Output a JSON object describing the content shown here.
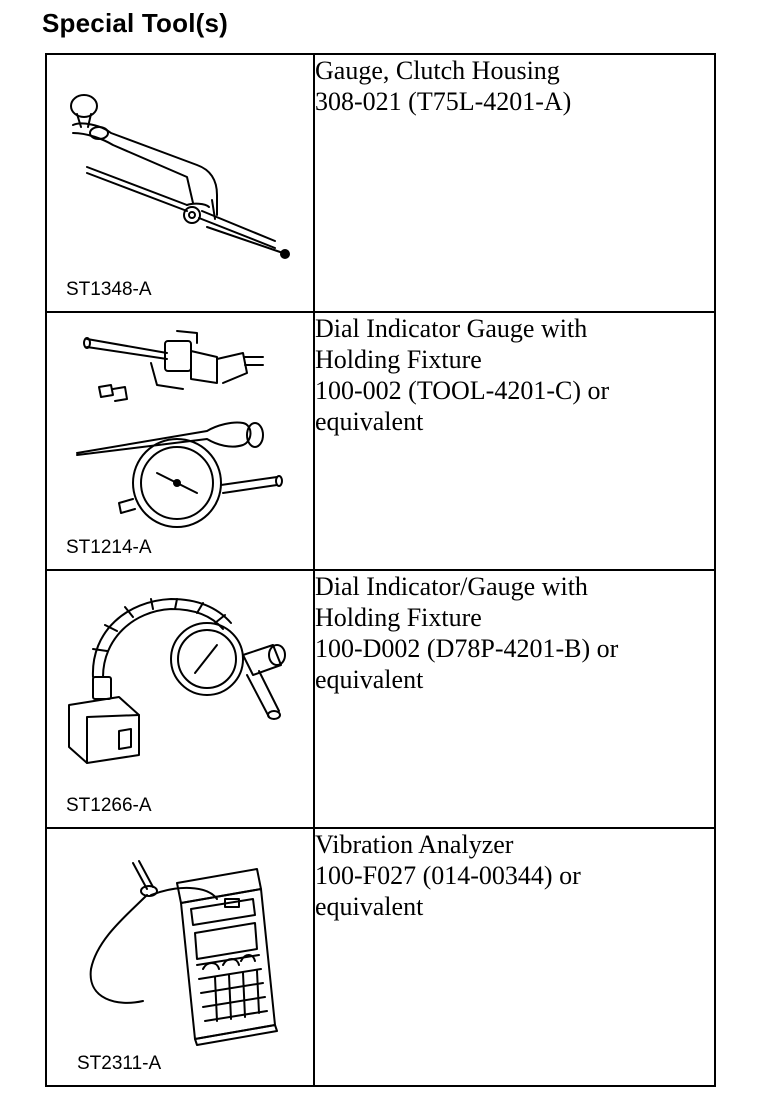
{
  "page": {
    "title": "Special Tool(s)"
  },
  "tools": [
    {
      "code": "ST1348-A",
      "icon": "clutch-housing-gauge-icon",
      "lines": [
        "Gauge, Clutch Housing",
        "308-021 (T75L-4201-A)"
      ]
    },
    {
      "code": "ST1214-A",
      "icon": "dial-indicator-fixture-icon",
      "lines": [
        "Dial Indicator Gauge with",
        "Holding Fixture",
        "100-002 (TOOL-4201-C) or",
        "equivalent"
      ]
    },
    {
      "code": "ST1266-A",
      "icon": "dial-indicator-magnetic-base-icon",
      "lines": [
        "Dial Indicator/Gauge with",
        "Holding Fixture",
        "100-D002 (D78P-4201-B) or",
        "equivalent"
      ]
    },
    {
      "code": "ST2311-A",
      "icon": "vibration-analyzer-icon",
      "lines": [
        "Vibration Analyzer",
        "100-F027 (014-00344) or",
        "equivalent"
      ]
    }
  ]
}
